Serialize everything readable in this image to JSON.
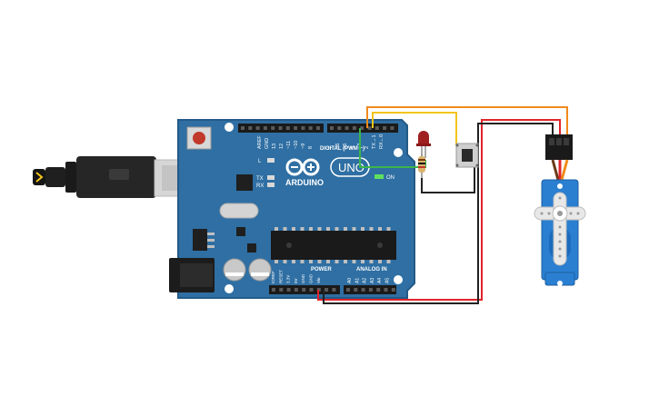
{
  "board": {
    "brand": "ARDUINO",
    "model": "UNO",
    "digital_header_label": "DIGITAL (PWM ~)",
    "power_label": "POWER",
    "analog_label": "ANALOG IN",
    "on_label": "ON",
    "led_l": "L",
    "led_tx": "TX",
    "led_rx": "RX",
    "digital_pins": [
      "AREF",
      "GND",
      "13",
      "12",
      "~11",
      "~10",
      "~9",
      "8",
      "7",
      "~6",
      "~5",
      "4",
      "~3",
      "2",
      "TX→1",
      "RX←0"
    ],
    "power_pins": [
      "IOREF",
      "RESET",
      "3.3V",
      "5V",
      "GND",
      "GND",
      "Vin"
    ],
    "analog_pins": [
      "A0",
      "A1",
      "A2",
      "A3",
      "A4",
      "A5"
    ]
  },
  "colors": {
    "board": "#2f6fa3",
    "board_edge": "#235a87",
    "wire_red": "#e0242b",
    "wire_black": "#222222",
    "wire_orange": "#f08a1c",
    "wire_yellow": "#f2c41a",
    "wire_green": "#3bb54a",
    "servo": "#2a7fd1"
  }
}
